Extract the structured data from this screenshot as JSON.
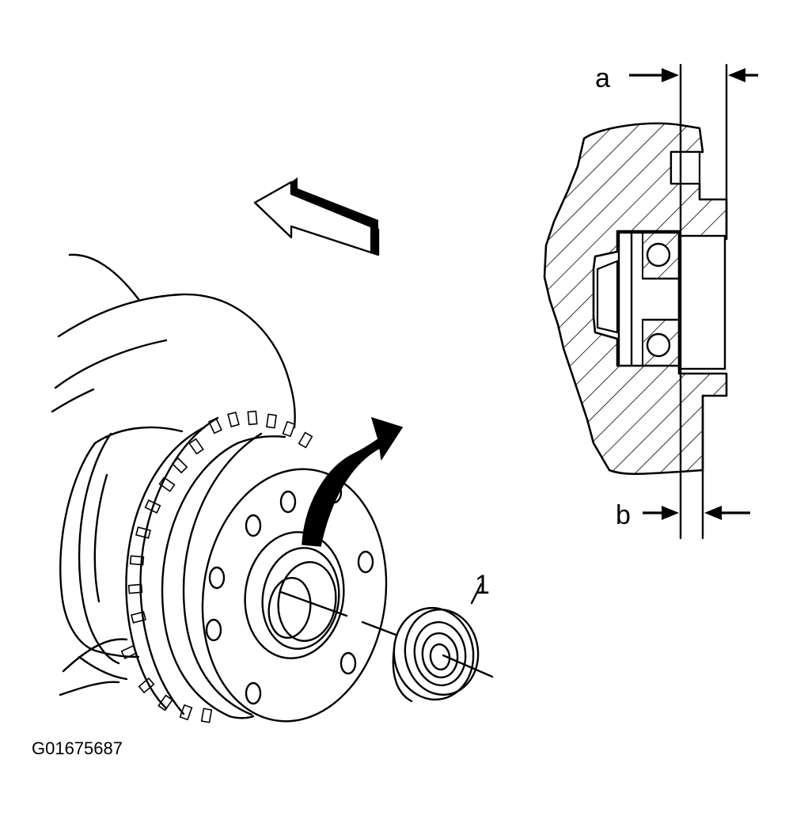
{
  "labels": {
    "dimension_a": "a",
    "dimension_b": "b",
    "part_1": "1",
    "figure_code": "G01675687"
  }
}
